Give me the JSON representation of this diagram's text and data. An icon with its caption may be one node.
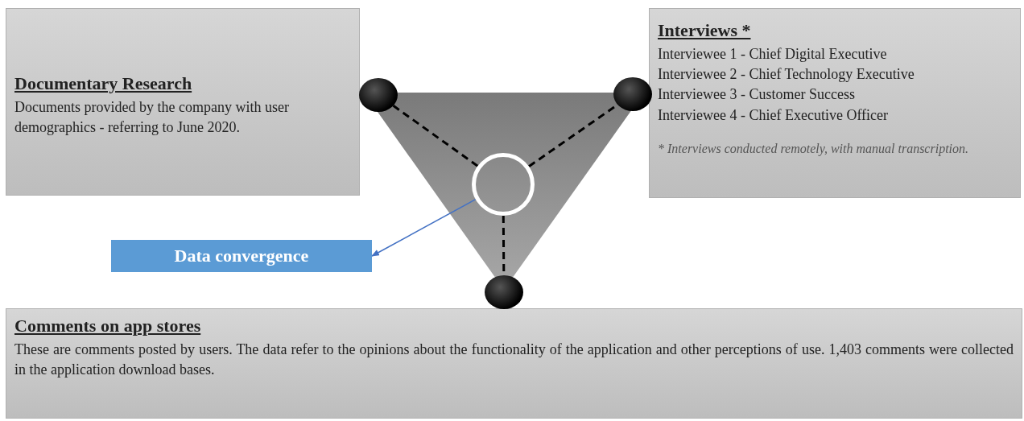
{
  "diagram": {
    "nodes": [
      {
        "text": [
          "Documentary Research",
          "Documents provided by the company with user demographics - referring to June 2020."
        ]
      },
      {
        "text": [
          "Interviews *",
          "Interviewee 1 - Chief Digital Executive",
          "Interviewee 2 - Chief Technology Executive",
          "Interviewee 3 - Customer Success",
          "Interviewee 4 - Chief Executive Officer",
          "* Interviews conducted remotely, with manual transcription."
        ]
      },
      {
        "text": [
          "Data convergence"
        ]
      },
      {
        "text": [
          "Comments on app stores",
          "These are comments posted by users. The data refer to the opinions about the functionality of the application and other perceptions of use. 1,403 comments were collected in the application download bases."
        ]
      },
      {
        "text": [],
        "shape": "circle"
      },
      {
        "text": [],
        "shape": "circle"
      },
      {
        "text": [],
        "shape": "circle"
      },
      {
        "text": [],
        "shape": "circle"
      }
    ],
    "edges": [
      {
        "from": 7,
        "to": 4,
        "arrow": "none",
        "style": "dashed"
      },
      {
        "from": 7,
        "to": 5,
        "arrow": "none",
        "style": "dashed"
      },
      {
        "from": 7,
        "to": 6,
        "arrow": "none",
        "style": "dashed"
      },
      {
        "from": 7,
        "to": 2,
        "arrow": "to",
        "color": "#4472c4"
      }
    ]
  }
}
